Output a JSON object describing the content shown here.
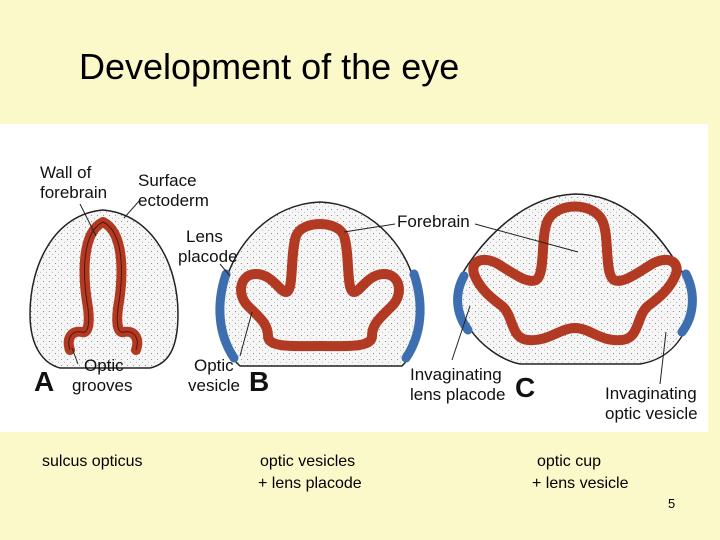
{
  "slide": {
    "title": "Development of the eye",
    "page_number": "5"
  },
  "figure": {
    "panels": [
      {
        "letter": "A"
      },
      {
        "letter": "B"
      },
      {
        "letter": "C"
      }
    ],
    "labels": {
      "wall_of_forebrain": [
        "Wall of",
        "forebrain"
      ],
      "surface_ectoderm": [
        "Surface",
        "ectoderm"
      ],
      "lens_placode": [
        "Lens",
        "placode"
      ],
      "forebrain": "Forebrain",
      "optic_grooves": [
        "Optic",
        "grooves"
      ],
      "optic_vesicle": [
        "Optic",
        "vesicle"
      ],
      "invaginating_lens_placode": [
        "Invaginating",
        "lens placode"
      ],
      "invaginating_optic_vesicle": [
        "Invaginating",
        "optic vesicle"
      ]
    },
    "colors": {
      "neural_tissue": "#b23a22",
      "placode": "#3d6fb0",
      "ectoderm_fill": "#f4f4f4",
      "outline": "#222222"
    }
  },
  "captions": [
    {
      "line1": "sulcus opticus",
      "line2": ""
    },
    {
      "line1": "optic vesicles",
      "line2": "+ lens placode"
    },
    {
      "line1": "optic cup",
      "line2": "+ lens vesicle"
    }
  ]
}
